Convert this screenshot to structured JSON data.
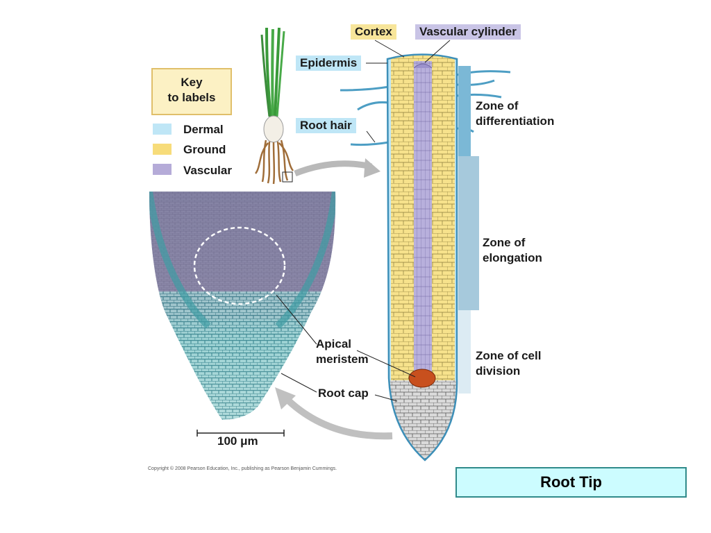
{
  "key": {
    "title_line1": "Key",
    "title_line2": "to labels",
    "items": [
      {
        "label": "Dermal",
        "color": "#bfe6f6"
      },
      {
        "label": "Ground",
        "color": "#f7dc7a"
      },
      {
        "label": "Vascular",
        "color": "#b5abd8"
      }
    ]
  },
  "labels": {
    "cortex": "Cortex",
    "vascular_cylinder": "Vascular cylinder",
    "epidermis": "Epidermis",
    "root_hair": "Root hair",
    "apical_meristem_line1": "Apical",
    "apical_meristem_line2": "meristem",
    "root_cap": "Root cap",
    "scale_bar": "100 μm"
  },
  "zones": [
    {
      "line1": "Zone of",
      "line2": "differentiation"
    },
    {
      "line1": "Zone of",
      "line2": "elongation"
    },
    {
      "line1": "Zone of cell",
      "line2": "division"
    }
  ],
  "copyright": "Copyright © 2008 Pearson Education, Inc., publishing as Pearson Benjamin Cummings.",
  "title": "Root Tip",
  "colors": {
    "dermal": "#bfe6f6",
    "ground": "#f7dc7a",
    "vascular": "#b5abd8",
    "meristem": "#c8501e",
    "root_cap": "#d4d4d4",
    "title_bg": "#ccfcff",
    "title_border": "#2f8a8a"
  }
}
